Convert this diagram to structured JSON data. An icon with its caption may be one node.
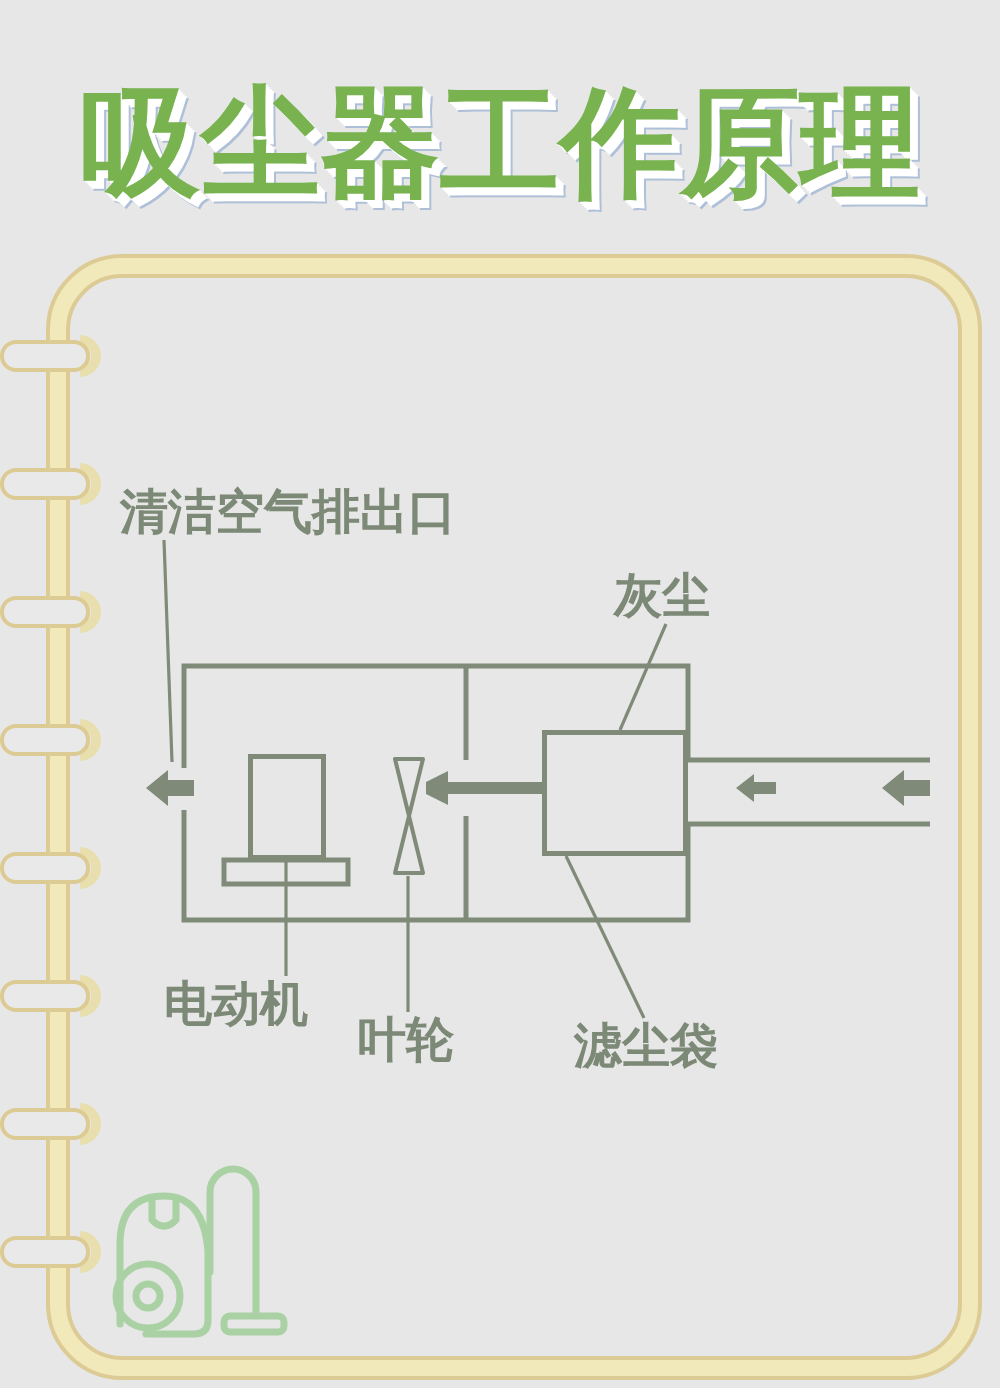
{
  "diagram": {
    "title": "吸尘器工作原理",
    "nodes": [
      {
        "text": [
          "清洁空气排出口"
        ]
      },
      {
        "text": [
          "灰尘"
        ]
      },
      {
        "text": [
          "电动机"
        ]
      },
      {
        "text": [
          "叶轮"
        ]
      },
      {
        "text": [
          "滤尘袋"
        ]
      },
      {
        "text": [],
        "shape": "box"
      },
      {
        "text": [],
        "shape": "bowtie"
      },
      {
        "text": [],
        "shape": "box"
      }
    ],
    "edges": [
      {
        "from": 0,
        "to": null,
        "arrow": "none"
      },
      {
        "from": 1,
        "to": 7,
        "arrow": "none"
      },
      {
        "from": 2,
        "to": 5,
        "arrow": "none"
      },
      {
        "from": 3,
        "to": 6,
        "arrow": "none"
      },
      {
        "from": 4,
        "to": 7,
        "arrow": "none"
      },
      {
        "from": 7,
        "to": 6,
        "arrow": "to",
        "style": "thick"
      }
    ]
  }
}
